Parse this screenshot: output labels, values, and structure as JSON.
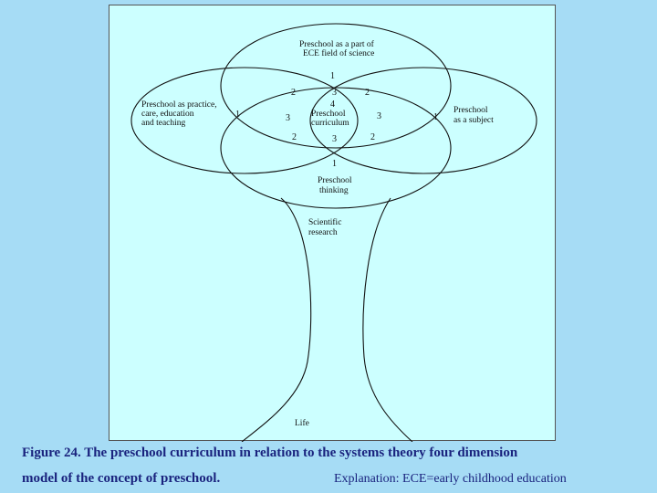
{
  "diagram": {
    "circles": {
      "top": [
        "Preschool as a part of",
        "ECE field of science"
      ],
      "left": [
        "Preschool as practice,",
        "care, education",
        "and teaching"
      ],
      "right": [
        "Preschool",
        "as a subject"
      ],
      "bottom": [
        "Preschool",
        "thinking"
      ],
      "center": [
        "Preschool",
        "curriculum"
      ]
    },
    "stem": {
      "research": [
        "Scientific",
        "research"
      ],
      "life": "Life"
    },
    "numbers": {
      "top_1": "1",
      "top_left_2": "2",
      "top_3": "3",
      "top_right_2": "2",
      "center_4": "4",
      "left_1": "1",
      "left_3": "3",
      "right_3": "3",
      "right_1": "1",
      "bottom_left_2": "2",
      "bottom_3": "3",
      "bottom_right_2": "2",
      "bottom_1": "1"
    }
  },
  "caption": {
    "line1": "Figure 24. The preschool curriculum in relation to the systems theory four dimension",
    "line2": "model of the concept of preschool.",
    "explanation": "Explanation: ECE=early childhood education"
  }
}
